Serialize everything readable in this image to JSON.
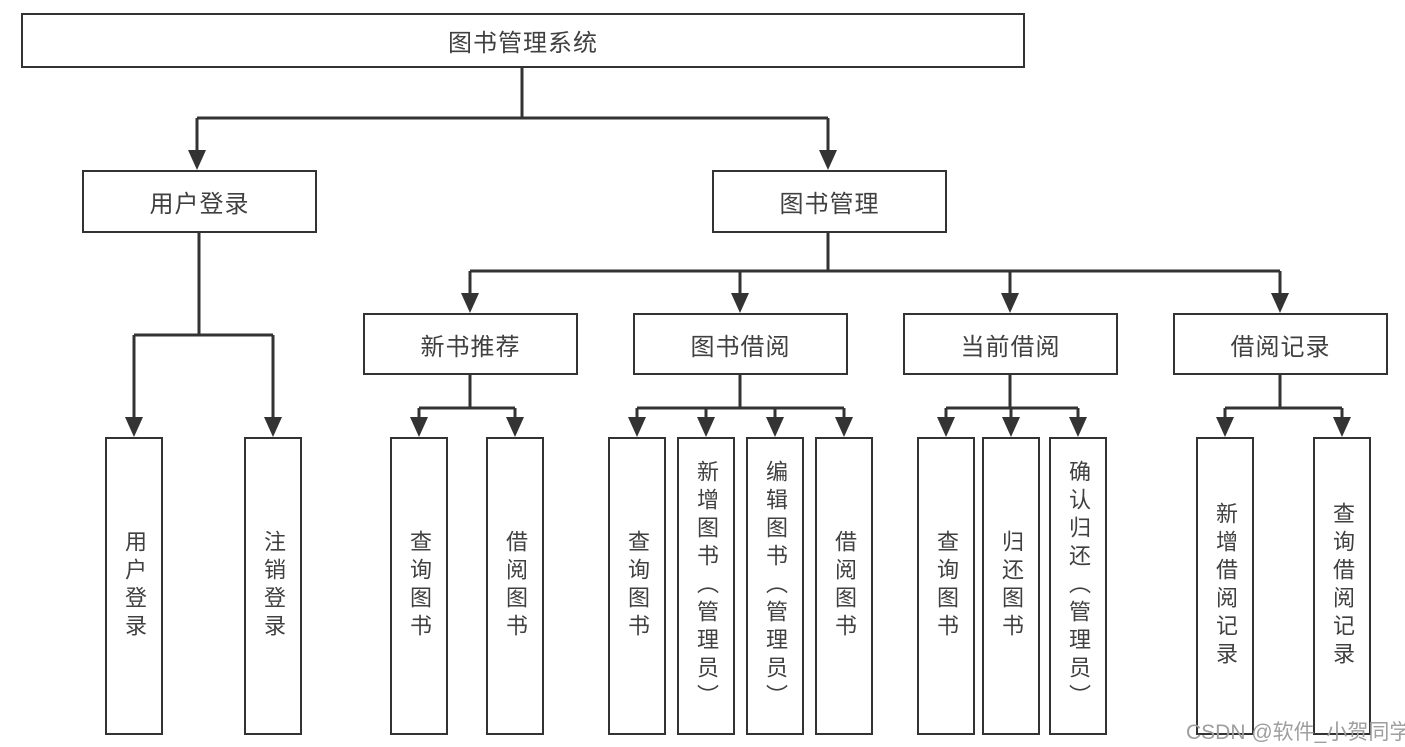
{
  "title": "图书管理系统",
  "branches": {
    "user": {
      "label": "用户登录",
      "children": [
        "用户登录",
        "注销登录"
      ]
    },
    "books": {
      "label": "图书管理",
      "sections": [
        {
          "label": "新书推荐",
          "children": [
            "查询图书",
            "借阅图书"
          ]
        },
        {
          "label": "图书借阅",
          "children": [
            "查询图书",
            "新增图书（管理员）",
            "编辑图书（管理员）",
            "借阅图书"
          ]
        },
        {
          "label": "当前借阅",
          "children": [
            "查询图书",
            "归还图书",
            "确认归还（管理员）"
          ]
        },
        {
          "label": "借阅记录",
          "children": [
            "新增借阅记录",
            "查询借阅记录"
          ]
        }
      ]
    }
  },
  "watermark": "CSDN @软件_小贺同学",
  "colors": {
    "line": "#333333",
    "text": "#404040",
    "watermark": "#9e9e9e",
    "background": "#ffffff"
  }
}
